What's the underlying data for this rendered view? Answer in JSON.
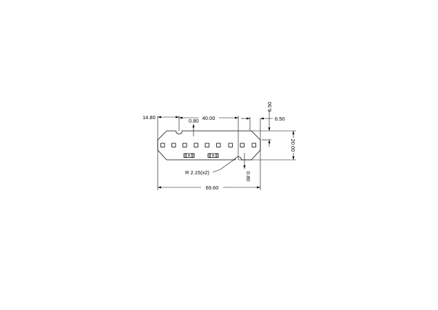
{
  "drawing": {
    "dimensions": {
      "overall_width": "69.60",
      "left_offset": "14.80",
      "notch_spacing": "40.00",
      "right_offset_horizontal": "6.50",
      "right_offset_vertical": "6.50",
      "height": "20.00",
      "top_notch_depth": "0.80",
      "bottom_notch_depth": "0.80",
      "notch_radius": "R 2.15(x2)"
    },
    "colors": {
      "line": "#000000",
      "background": "#ffffff"
    }
  }
}
